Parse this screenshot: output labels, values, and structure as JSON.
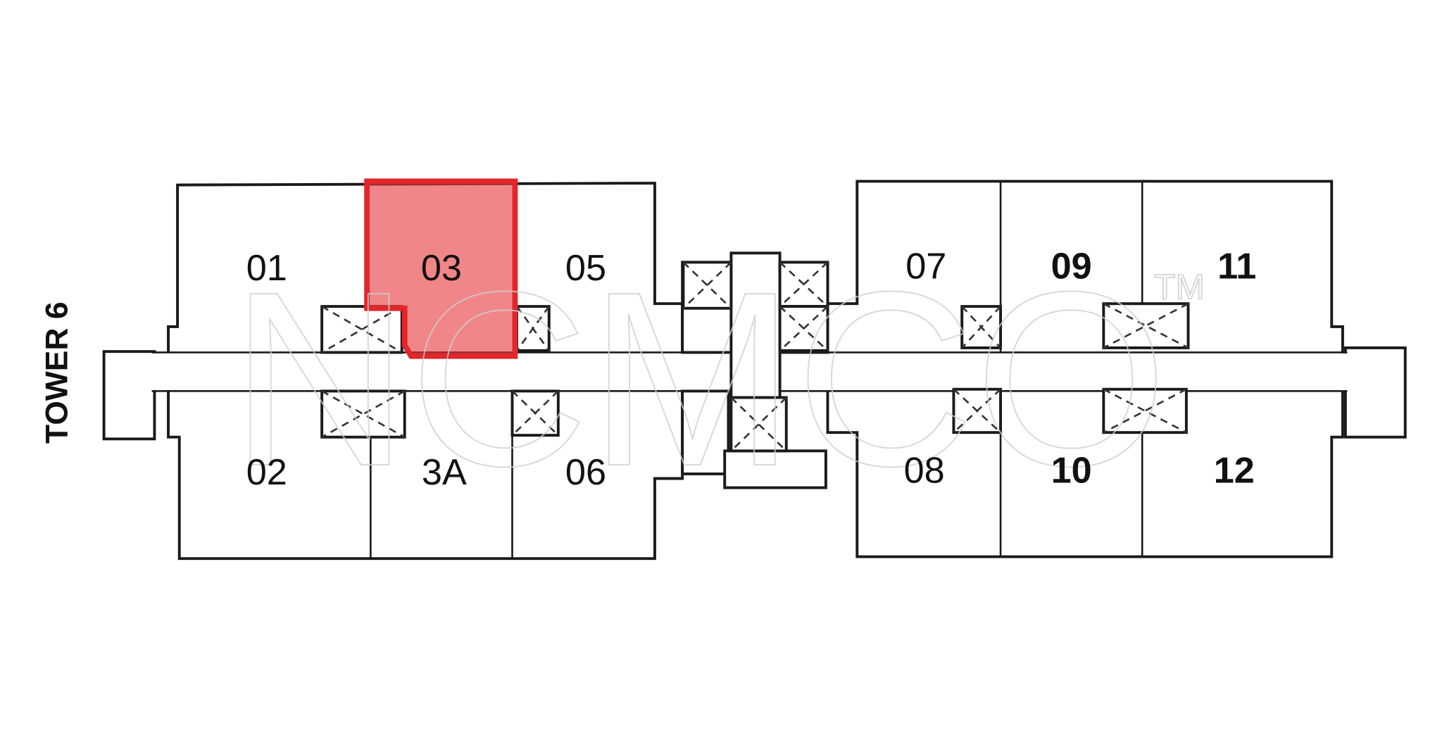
{
  "tower_label": "TOWER 6",
  "highlight_color": "#e8353a",
  "selected_unit": "03",
  "units_top": [
    "01",
    "03",
    "05",
    "07",
    "09",
    "11"
  ],
  "units_bottom": [
    "02",
    "3A",
    "06",
    "08",
    "10",
    "12"
  ],
  "watermark": {
    "text": "NCMCO",
    "mark": "TM"
  }
}
